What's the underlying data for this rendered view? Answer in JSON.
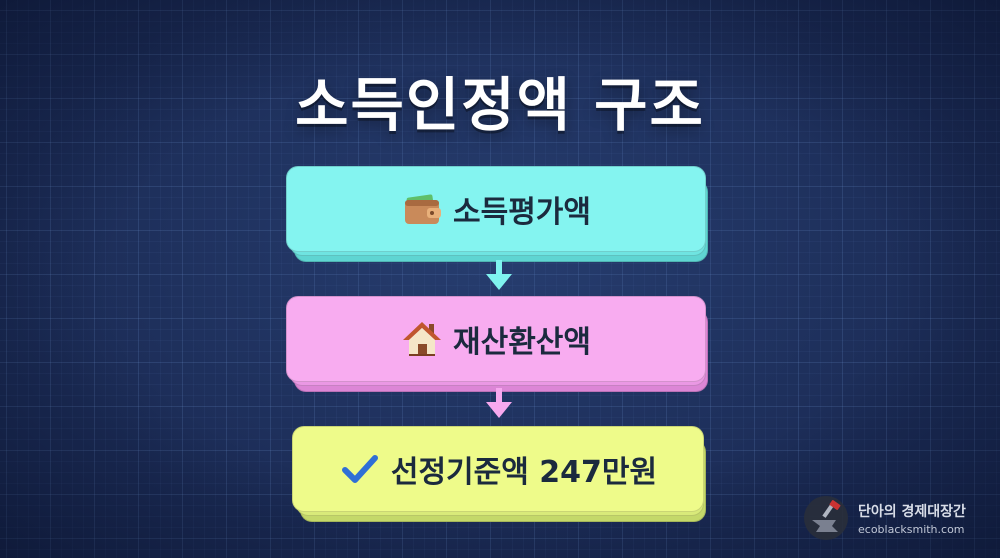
{
  "title": "소득인정액 구조",
  "steps": [
    {
      "label": "소득평가액",
      "icon": "wallet-icon",
      "color": "#7ff3ef"
    },
    {
      "label": "재산환산액",
      "icon": "house-icon",
      "color": "#f7a8ef"
    },
    {
      "label": "선정기준액 247만원",
      "icon": "check-icon",
      "color": "#eefb8a"
    }
  ],
  "watermark": {
    "name": "단아의 경제대장간",
    "url": "ecoblacksmith.com"
  }
}
